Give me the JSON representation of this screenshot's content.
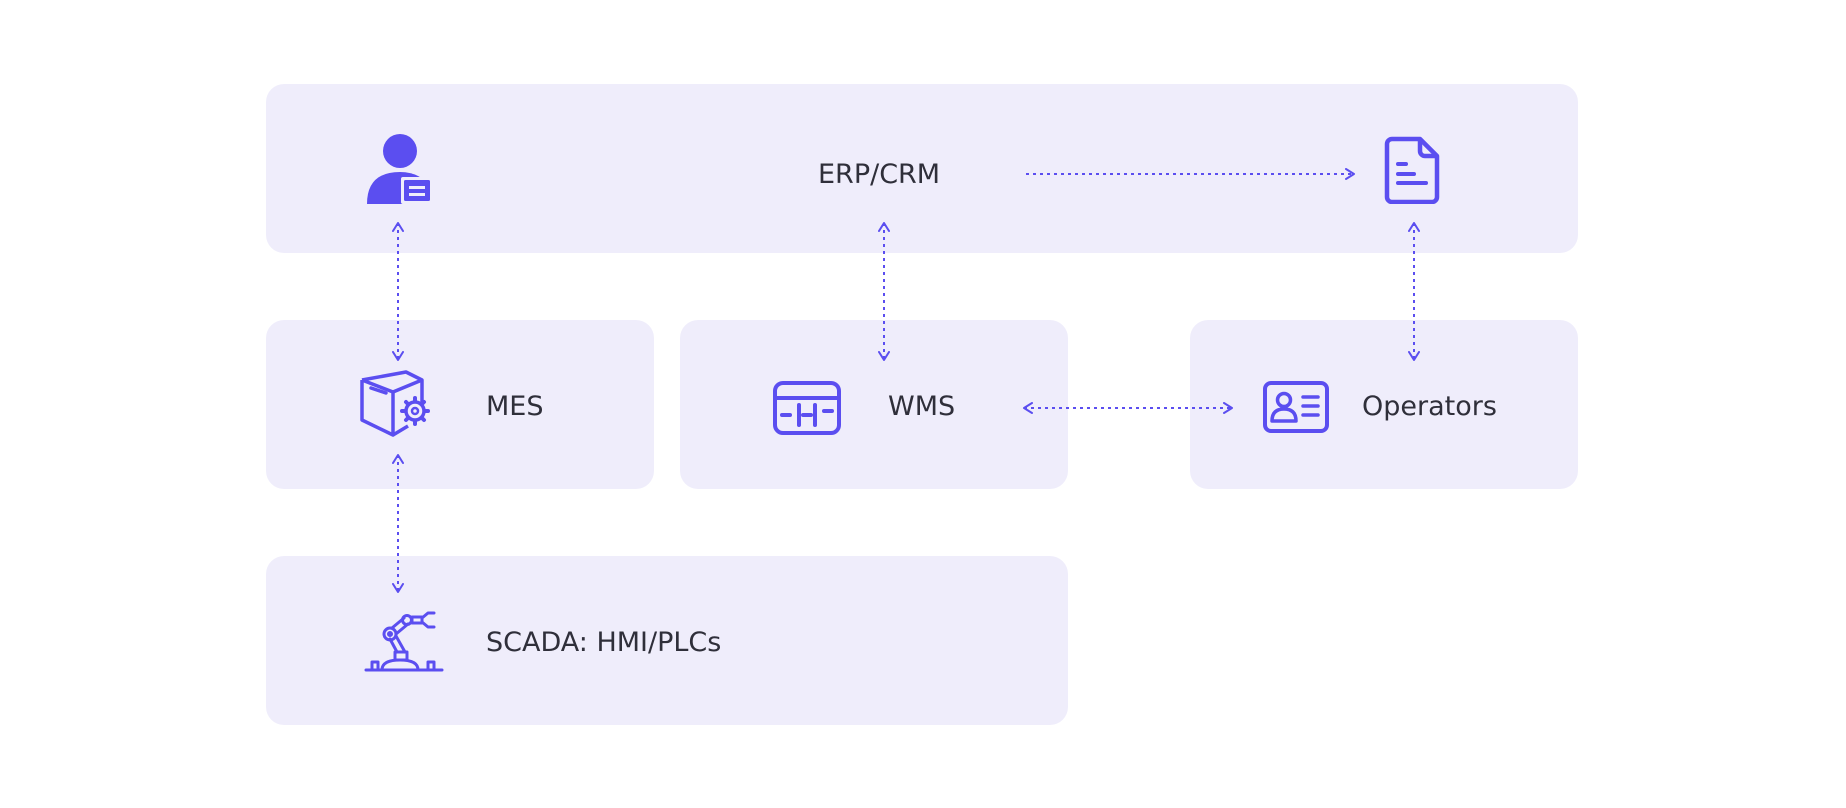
{
  "nodes": {
    "erp": {
      "label": "ERP/CRM",
      "icon": "user-card-icon"
    },
    "document": {
      "label": "",
      "icon": "document-icon"
    },
    "mes": {
      "label": "MES",
      "icon": "box-gear-icon"
    },
    "wms": {
      "label": "WMS",
      "icon": "warehouse-panel-icon"
    },
    "operators": {
      "label": "Operators",
      "icon": "id-card-icon"
    },
    "scada": {
      "label": "SCADA: HMI/PLCs",
      "icon": "robot-arm-icon"
    }
  },
  "connections": [
    {
      "from": "erp",
      "to": "document",
      "direction": "one-way"
    },
    {
      "from": "erp",
      "to": "mes",
      "direction": "bidirectional"
    },
    {
      "from": "erp",
      "to": "wms",
      "direction": "bidirectional"
    },
    {
      "from": "document",
      "to": "operators",
      "direction": "bidirectional"
    },
    {
      "from": "wms",
      "to": "operators",
      "direction": "bidirectional"
    },
    {
      "from": "mes",
      "to": "scada",
      "direction": "bidirectional"
    }
  ],
  "colors": {
    "panel": "#efedfb",
    "accent": "#5b4ef0",
    "text": "#2f2f3a",
    "background": "#ffffff"
  }
}
